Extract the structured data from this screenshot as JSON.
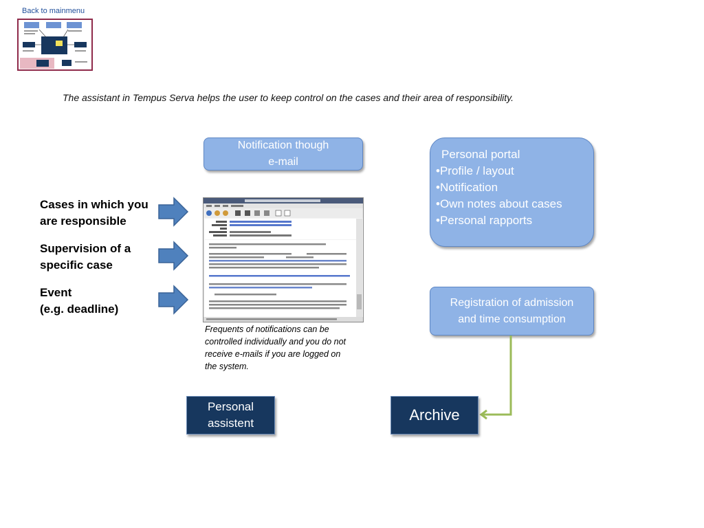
{
  "nav": {
    "back_link": "Back to mainmenu"
  },
  "intro_text": "The assistant in Tempus Serva helps the user to keep control on the cases and their area of responsibility.",
  "triggers": [
    {
      "line1": "Cases in which you",
      "line2": "are responsible"
    },
    {
      "line1": "Supervision of a",
      "line2": "specific case"
    },
    {
      "line1": "Event",
      "line2": "(e.g. deadline)"
    }
  ],
  "notification_box": {
    "line1": "Notification though",
    "line2": "e-mail"
  },
  "note_text": {
    "line1": "Frequents of notifications can be",
    "line2": "controlled individually and you do not",
    "line3": "receive e-mails if you are logged on",
    "line4": "the system."
  },
  "portal_box": {
    "title": "Personal portal",
    "items": [
      "•Profile / layout",
      "•Notification",
      "•Own notes about cases",
      "•Personal rapports"
    ]
  },
  "registration_box": {
    "line1": "Registration of admission",
    "line2": "and time consumption"
  },
  "personal_assistent": {
    "line1": "Personal",
    "line2": "assistent"
  },
  "archive_box": {
    "label": "Archive"
  },
  "colors": {
    "light_box": "#8fb3e6",
    "dark_box": "#17375e",
    "arrow_blue": "#4f81bd",
    "connector_green": "#9bbb59",
    "thumb_border": "#8e2a4a"
  },
  "icons": [
    "right-block-arrow-icon",
    "email-client-screenshot",
    "main-menu-thumbnail"
  ]
}
